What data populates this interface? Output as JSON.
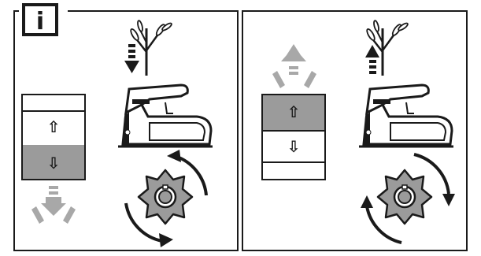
{
  "info_badge": {
    "glyph": "i",
    "meaning": "information"
  },
  "colors": {
    "line": "#1a1a1a",
    "gray": "#9b9b9b",
    "light_gray": "#a8a8a8",
    "white": "#ffffff"
  },
  "panels": [
    {
      "id": "left",
      "feed_arrow": "down",
      "switch_active": "bottom",
      "switch_symbols": [
        "⇧",
        "⇩"
      ],
      "rotation": "counter-clockwise"
    },
    {
      "id": "right",
      "feed_arrow": "up",
      "switch_active": "top",
      "switch_symbols": [
        "⇧",
        "⇩"
      ],
      "rotation": "clockwise"
    }
  ]
}
